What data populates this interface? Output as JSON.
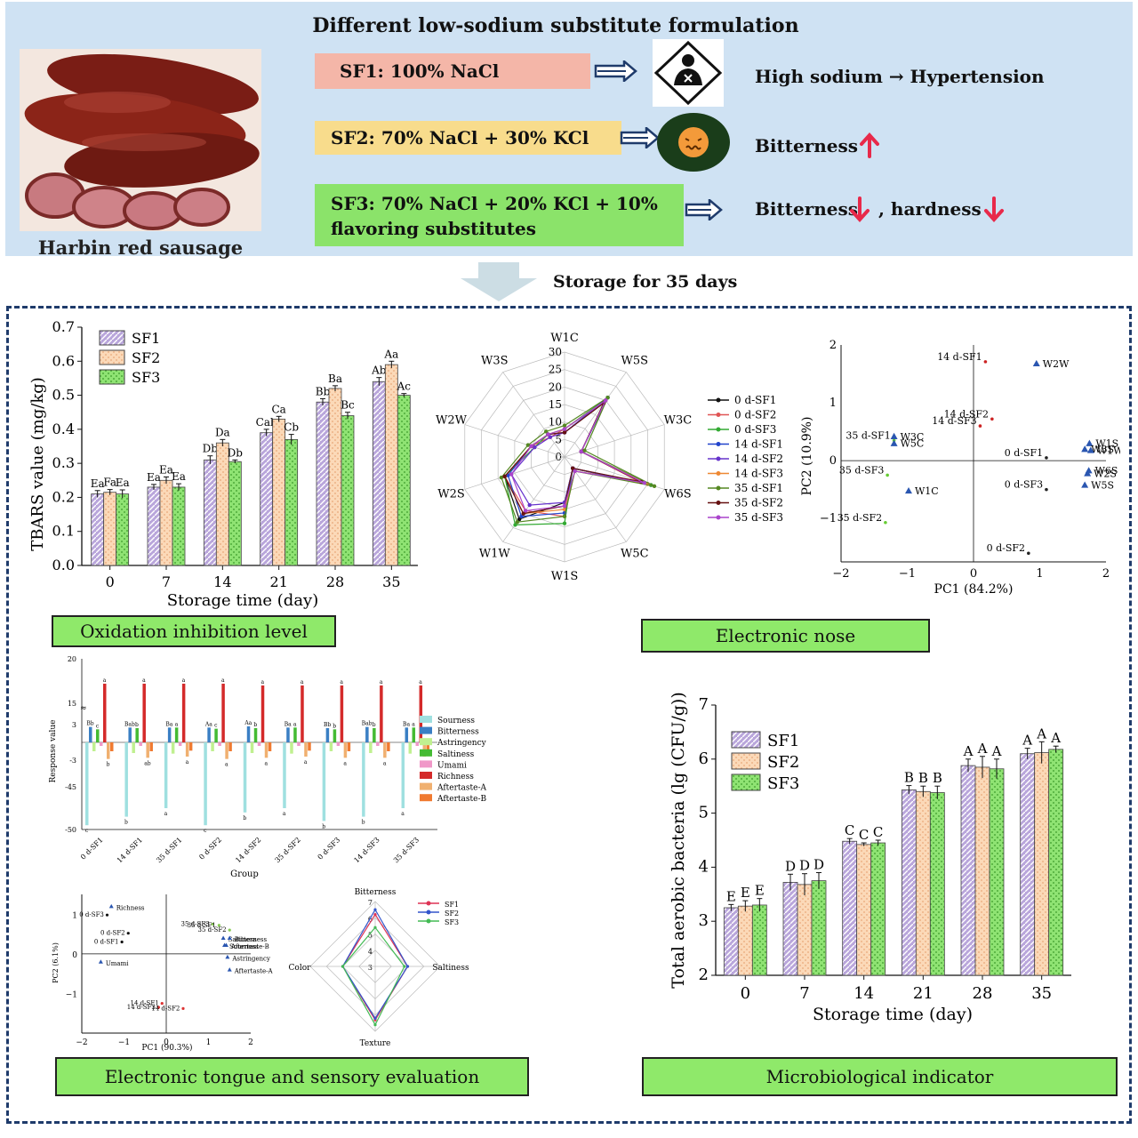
{
  "header": {
    "title": "Different low-sodium substitute formulation",
    "image_label": "Harbin  red sausage",
    "formulas": [
      {
        "label": "SF1: 100% NaCl",
        "effect": "High sodium → Hypertension",
        "color": "#f4b6a8"
      },
      {
        "label": "SF2: 70% NaCl + 30% KCl",
        "effect": "Bitterness",
        "color": "#f8dc8c"
      },
      {
        "label_line1": "SF3: 70% NaCl + 20% KCl + 10%",
        "label_line2": "flavoring substitutes",
        "effect1": "Bitterness",
        "effect2": ", hardness",
        "color": "#8be36a"
      }
    ],
    "storage_text": "Storage for 35 days",
    "icons": [
      "person-warning-icon",
      "bitter-face-icon",
      "arrow-up-icon",
      "arrow-down-icon",
      "double-arrow-right-icon"
    ]
  },
  "section_labels": {
    "oxidation": "Oxidation inhibition level",
    "enose": "Electronic nose",
    "etongue": "Electronic tongue and sensory evaluation",
    "micro": "Microbiological indicator"
  },
  "colors": {
    "sf1": "#b9a6db",
    "sf2": "#fbd9b8",
    "sf3": "#8fe373",
    "label_green": "#8fe96a",
    "arrow_red": "#e8294a",
    "arrow_navy": "#1f3b6b"
  },
  "chart_data": [
    {
      "id": "tbars",
      "type": "bar",
      "ylabel": "TBARS value (mg/kg)",
      "xlabel": "Storage time (day)",
      "categories": [
        "0",
        "7",
        "14",
        "21",
        "28",
        "35"
      ],
      "yticks": [
        "0.0",
        "0.1",
        "0.2",
        "0.3",
        "0.4",
        "0.5",
        "0.6",
        "0.7"
      ],
      "ylim": [
        0,
        0.7
      ],
      "series": [
        {
          "name": "SF1",
          "values": [
            0.21,
            0.23,
            0.31,
            0.39,
            0.48,
            0.54
          ],
          "errors": [
            0.01,
            0.008,
            0.012,
            0.01,
            0.01,
            0.012
          ],
          "letters": [
            "Ea",
            "Ea",
            "Db",
            "Cab",
            "Bb",
            "Ab"
          ]
        },
        {
          "name": "SF2",
          "values": [
            0.215,
            0.25,
            0.36,
            0.43,
            0.52,
            0.59
          ],
          "errors": [
            0.008,
            0.01,
            0.01,
            0.008,
            0.008,
            0.01
          ],
          "letters": [
            "Fa",
            "Ea",
            "Da",
            "Ca",
            "Ba",
            "Aa"
          ]
        },
        {
          "name": "SF3",
          "values": [
            0.21,
            0.23,
            0.305,
            0.37,
            0.44,
            0.5
          ],
          "errors": [
            0.012,
            0.01,
            0.005,
            0.015,
            0.01,
            0.005
          ],
          "letters": [
            "Ea",
            "Ea",
            "Db",
            "Cb",
            "Bc",
            "Ac"
          ]
        }
      ]
    },
    {
      "id": "enose-radar",
      "type": "radar",
      "axes": [
        "W1C",
        "W5S",
        "W3C",
        "W6S",
        "W5C",
        "W1S",
        "W1W",
        "W2S",
        "W2W",
        "W3S"
      ],
      "ticks": [
        "0",
        "5",
        "10",
        "15",
        "20",
        "25",
        "30"
      ],
      "rmax": 30,
      "series": [
        {
          "name": "0 d-SF1",
          "color": "#111111",
          "values": [
            7,
            20,
            5,
            26,
            4,
            13,
            22,
            18,
            10,
            8
          ]
        },
        {
          "name": "0 d-SF2",
          "color": "#e05555",
          "values": [
            8,
            20,
            5,
            22,
            5,
            17,
            19,
            18,
            10,
            7
          ]
        },
        {
          "name": "0 d-SF3",
          "color": "#33aa33",
          "values": [
            8,
            21,
            5,
            26,
            4,
            19,
            24,
            18,
            9,
            8
          ]
        },
        {
          "name": "14 d-SF1",
          "color": "#2244cc",
          "values": [
            7,
            21,
            5,
            25,
            4,
            16,
            21,
            17,
            10,
            8
          ]
        },
        {
          "name": "14 d-SF2",
          "color": "#6633cc",
          "values": [
            7,
            20,
            5,
            24,
            4,
            13,
            17,
            16,
            9,
            7
          ]
        },
        {
          "name": "14 d-SF3",
          "color": "#ee8833",
          "values": [
            8,
            20,
            5,
            25,
            5,
            15,
            20,
            18,
            10,
            8
          ]
        },
        {
          "name": "35 d-SF1",
          "color": "#558822",
          "values": [
            9,
            21,
            6,
            27,
            5,
            17,
            23,
            19,
            11,
            9
          ]
        },
        {
          "name": "35 d-SF2",
          "color": "#661111",
          "values": [
            7,
            19,
            5,
            23,
            4,
            14,
            20,
            18,
            10,
            8
          ]
        },
        {
          "name": "35 d-SF3",
          "color": "#aa44cc",
          "values": [
            8,
            20,
            5,
            24,
            5,
            14,
            19,
            16,
            10,
            8
          ]
        }
      ]
    },
    {
      "id": "enose-pca",
      "type": "scatter",
      "xlabel": "PC1 (84.2%)",
      "ylabel": "PC2 (10.9%)",
      "xlim": [
        -2,
        2
      ],
      "ylim": [
        -1.75,
        2
      ],
      "xticks": [
        "−2",
        "−1",
        "0",
        "1",
        "2"
      ],
      "yticks": [
        "−1",
        "0",
        "1",
        "2"
      ],
      "samples": [
        {
          "label": "14 d-SF1",
          "x": 0.18,
          "y": 1.71,
          "color": "#cc2222"
        },
        {
          "label": "14 d-SF2",
          "x": 0.28,
          "y": 0.72,
          "color": "#cc2222"
        },
        {
          "label": "14 d-SF3",
          "x": 0.1,
          "y": 0.6,
          "color": "#cc2222"
        },
        {
          "label": "0 d-SF1",
          "x": 1.1,
          "y": 0.05,
          "color": "#222222"
        },
        {
          "label": "0 d-SF3",
          "x": 1.1,
          "y": -0.5,
          "color": "#222222"
        },
        {
          "label": "0 d-SF2",
          "x": 0.83,
          "y": -1.6,
          "color": "#222222"
        },
        {
          "label": "35 d-SF1",
          "x": -1.2,
          "y": 0.35,
          "color": "#66cc33"
        },
        {
          "label": "35 d-SF3",
          "x": -1.3,
          "y": -0.25,
          "color": "#66cc33"
        },
        {
          "label": "35 d-SF2",
          "x": -1.33,
          "y": -1.07,
          "color": "#66cc33"
        }
      ],
      "sensors": [
        {
          "label": "W2W",
          "x": 0.95,
          "y": 1.68
        },
        {
          "label": "W3C",
          "x": -1.2,
          "y": 0.42
        },
        {
          "label": "W5C",
          "x": -1.2,
          "y": 0.3
        },
        {
          "label": "W1C",
          "x": -0.98,
          "y": -0.52
        },
        {
          "label": "W1S",
          "x": 1.75,
          "y": 0.3
        },
        {
          "label": "W3S",
          "x": 1.68,
          "y": 0.2
        },
        {
          "label": "W1W",
          "x": 1.77,
          "y": 0.18
        },
        {
          "label": "W2S",
          "x": 1.72,
          "y": -0.22
        },
        {
          "label": "W6S",
          "x": 1.74,
          "y": -0.17
        },
        {
          "label": "W5S",
          "x": 1.68,
          "y": -0.42
        }
      ]
    },
    {
      "id": "etongue-bars",
      "type": "bar",
      "ylabel": "Response value",
      "xlabel": "Group",
      "categories": [
        "0 d-SF1",
        "14 d-SF1",
        "35 d-SF1",
        "0 d-SF2",
        "14 d-SF2",
        "35 d-SF2",
        "0 d-SF3",
        "14 d-SF3",
        "35 d-SF3"
      ],
      "yticks_top": [
        "15",
        "20"
      ],
      "yticks_bottom": [
        "3",
        "-3",
        "-45",
        "-50"
      ],
      "series": [
        {
          "name": "Sourness",
          "color": "#9fe0e0",
          "values": [
            -49.5,
            -48.5,
            -47.5,
            -49.5,
            -48,
            -47.5,
            -49,
            -48.5,
            -47.5
          ],
          "letters": [
            "c",
            "b",
            "a",
            "c",
            "b",
            "a",
            "b",
            "b",
            "a"
          ]
        },
        {
          "name": "Bitterness",
          "color": "#3a7fc4",
          "values": [
            2.6,
            2.5,
            2.5,
            2.5,
            2.7,
            2.5,
            2.4,
            2.6,
            2.5
          ],
          "letters": [
            "Bb",
            "Bab",
            "Ba",
            "Aa",
            "Aa",
            "Ba",
            "Bb",
            "Bab",
            "Ba"
          ]
        },
        {
          "name": "Astringency",
          "color": "#c0f090",
          "values": [
            -1.5,
            -1.8,
            -1.9,
            -1.5,
            -1.8,
            -1.9,
            -1.5,
            -1.8,
            -1.9
          ],
          "letters": [
            "",
            "",
            "",
            "",
            "",
            "",
            "",
            "",
            ""
          ]
        },
        {
          "name": "Saltiness",
          "color": "#44bb33",
          "values": [
            2.2,
            2.4,
            2.5,
            2.3,
            2.4,
            2.5,
            2.2,
            2.4,
            2.5
          ],
          "letters": [
            "c",
            "b",
            "a",
            "c",
            "b",
            "a",
            "b",
            "b",
            "a"
          ]
        },
        {
          "name": "Umami",
          "color": "#f098c8",
          "values": [
            -0.6,
            -0.6,
            -0.6,
            -0.6,
            -0.6,
            -0.6,
            -0.6,
            -0.6,
            -0.6
          ],
          "letters": [
            "",
            "",
            "",
            "",
            "",
            "",
            "",
            "",
            ""
          ]
        },
        {
          "name": "Richness",
          "color": "#d42a2a",
          "values": [
            17.2,
            17.2,
            17.2,
            17.2,
            17.0,
            17.0,
            17.0,
            17.0,
            17.0
          ],
          "letters": [
            "a",
            "a",
            "a",
            "a",
            "a",
            "a",
            "a",
            "a",
            "a"
          ]
        },
        {
          "name": "Aftertaste-A",
          "color": "#f0b070",
          "values": [
            -2.8,
            -2.6,
            -2.4,
            -2.8,
            -2.6,
            -2.4,
            -2.6,
            -2.6,
            -2.4
          ],
          "letters": [
            "b",
            "ab",
            "a",
            "a",
            "a",
            "a",
            "a",
            "a",
            "a"
          ]
        },
        {
          "name": "Aftertaste-B",
          "color": "#f07a30",
          "values": [
            -1.5,
            -1.5,
            -1.4,
            -1.5,
            -1.5,
            -1.4,
            -1.5,
            -1.5,
            -1.4
          ],
          "letters": [
            "",
            "",
            "",
            "",
            "",
            "",
            "",
            "",
            ""
          ]
        }
      ]
    },
    {
      "id": "etongue-pca",
      "type": "scatter",
      "xlabel": "PC1 (90.3%)",
      "ylabel": "PC2 (6.1%)",
      "xlim": [
        -2,
        2
      ],
      "ylim": [
        -2,
        1.5
      ],
      "xticks": [
        "−2",
        "−1",
        "0",
        "1",
        "2"
      ],
      "yticks": [
        "−1",
        "0",
        "1"
      ],
      "samples": [
        {
          "label": "0 d-SF3",
          "x": -1.4,
          "y": 0.98,
          "color": "#111111"
        },
        {
          "label": "0 d-SF2",
          "x": -0.9,
          "y": 0.52,
          "color": "#111111"
        },
        {
          "label": "0 d-SF1",
          "x": -1.05,
          "y": 0.3,
          "color": "#111111"
        },
        {
          "label": "35 d-SF3",
          "x": 1.1,
          "y": 0.75,
          "color": "#88cc55"
        },
        {
          "label": "35 d-SF1",
          "x": 1.25,
          "y": 0.72,
          "color": "#88cc55"
        },
        {
          "label": "35 d-SF2",
          "x": 1.5,
          "y": 0.6,
          "color": "#88cc55"
        },
        {
          "label": "14 d-SF1",
          "x": -0.1,
          "y": -1.25,
          "color": "#dd3333"
        },
        {
          "label": "14 d-SF3",
          "x": -0.18,
          "y": -1.35,
          "color": "#dd3333"
        },
        {
          "label": "14 d-SF2",
          "x": 0.4,
          "y": -1.38,
          "color": "#dd3333"
        }
      ],
      "sensors": [
        {
          "label": "Richness",
          "x": -1.3,
          "y": 1.2
        },
        {
          "label": "Umami",
          "x": -1.55,
          "y": -0.2
        },
        {
          "label": "Saltiness",
          "x": 1.35,
          "y": 0.4
        },
        {
          "label": "Bitterness",
          "x": 1.5,
          "y": 0.4
        },
        {
          "label": "Sourness",
          "x": 1.38,
          "y": 0.22
        },
        {
          "label": "Aftertaste-B",
          "x": 1.42,
          "y": 0.22
        },
        {
          "label": "Astringency",
          "x": 1.45,
          "y": -0.08
        },
        {
          "label": "Aftertaste-A",
          "x": 1.5,
          "y": -0.4
        }
      ]
    },
    {
      "id": "sensory-radar",
      "type": "radar",
      "axes": [
        "Bitterness",
        "Saltiness",
        "Texture",
        "Color"
      ],
      "ticks": [
        "3",
        "4",
        "5",
        "6",
        "7"
      ],
      "rmin": 3,
      "rmax": 7,
      "series": [
        {
          "name": "SF1",
          "color": "#dd3355",
          "values": [
            6.2,
            5.0,
            6.3,
            5.0
          ]
        },
        {
          "name": "SF2",
          "color": "#3355cc",
          "values": [
            6.5,
            5.0,
            6.2,
            5.0
          ]
        },
        {
          "name": "SF3",
          "color": "#44bb55",
          "values": [
            5.4,
            4.8,
            6.6,
            5.0
          ]
        }
      ]
    },
    {
      "id": "aerobic",
      "type": "bar",
      "ylabel": "Total aerobic bacteria (lg (CFU/g))",
      "xlabel": "Storage time (day)",
      "categories": [
        "0",
        "7",
        "14",
        "21",
        "28",
        "35"
      ],
      "yticks": [
        "2",
        "3",
        "4",
        "5",
        "6",
        "7"
      ],
      "ylim": [
        2,
        7
      ],
      "series": [
        {
          "name": "SF1",
          "values": [
            3.25,
            3.72,
            4.48,
            5.43,
            5.88,
            6.1
          ],
          "errors": [
            0.06,
            0.15,
            0.05,
            0.08,
            0.12,
            0.1
          ],
          "letters": [
            "E",
            "D",
            "C",
            "B",
            "A",
            "A"
          ]
        },
        {
          "name": "SF2",
          "values": [
            3.28,
            3.68,
            4.42,
            5.4,
            5.85,
            6.12
          ],
          "errors": [
            0.1,
            0.2,
            0.03,
            0.1,
            0.2,
            0.2
          ],
          "letters": [
            "E",
            "D",
            "C",
            "B",
            "A",
            "A"
          ]
        },
        {
          "name": "SF3",
          "values": [
            3.3,
            3.75,
            4.45,
            5.38,
            5.82,
            6.18
          ],
          "errors": [
            0.12,
            0.15,
            0.05,
            0.12,
            0.18,
            0.06
          ],
          "letters": [
            "E",
            "D",
            "C",
            "B",
            "A",
            "A"
          ]
        }
      ]
    }
  ]
}
